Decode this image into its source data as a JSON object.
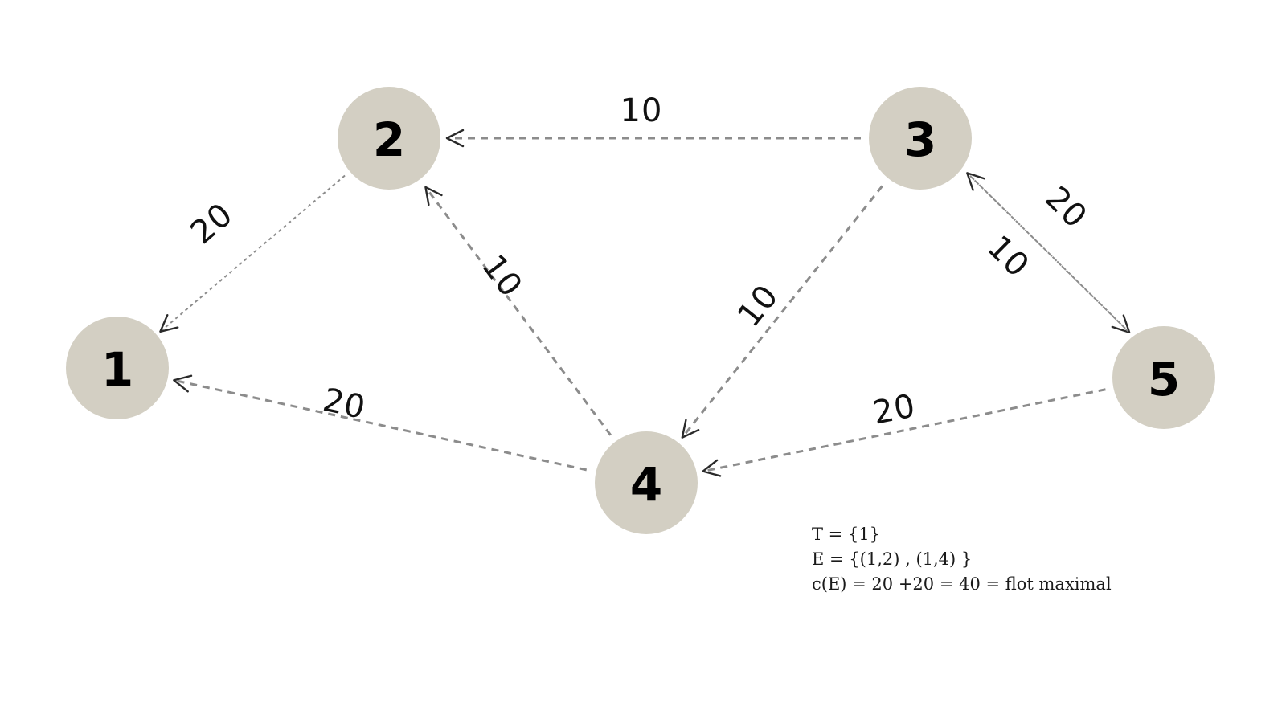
{
  "nodes": [
    {
      "id": "1",
      "label": "1"
    },
    {
      "id": "2",
      "label": "2"
    },
    {
      "id": "3",
      "label": "3"
    },
    {
      "id": "4",
      "label": "4"
    },
    {
      "id": "5",
      "label": "5"
    }
  ],
  "edges": [
    {
      "from": "3",
      "to": "2",
      "weight": "10",
      "style": "dashed"
    },
    {
      "from": "2",
      "to": "1",
      "weight": "20",
      "style": "dotted"
    },
    {
      "from": "4",
      "to": "2",
      "weight": "10",
      "style": "dashed"
    },
    {
      "from": "4",
      "to": "1",
      "weight": "20",
      "style": "dashed"
    },
    {
      "from": "3",
      "to": "4",
      "weight": "10",
      "style": "dashed"
    },
    {
      "from": "3",
      "to": "5",
      "weight": "10",
      "style": "dotted"
    },
    {
      "from": "5",
      "to": "3",
      "weight": "20",
      "style": "dotted"
    },
    {
      "from": "5",
      "to": "4",
      "weight": "20",
      "style": "dashed"
    }
  ],
  "notes": {
    "line1": "T = {1}",
    "line2": "E = {(1,2) , (1,4) }",
    "line3": "c(E) = 20 +20 = 40 = flot maximal"
  },
  "colors": {
    "node_fill": "#d3cfc3",
    "edge_line": "#8c8c8c",
    "text": "#111111"
  }
}
